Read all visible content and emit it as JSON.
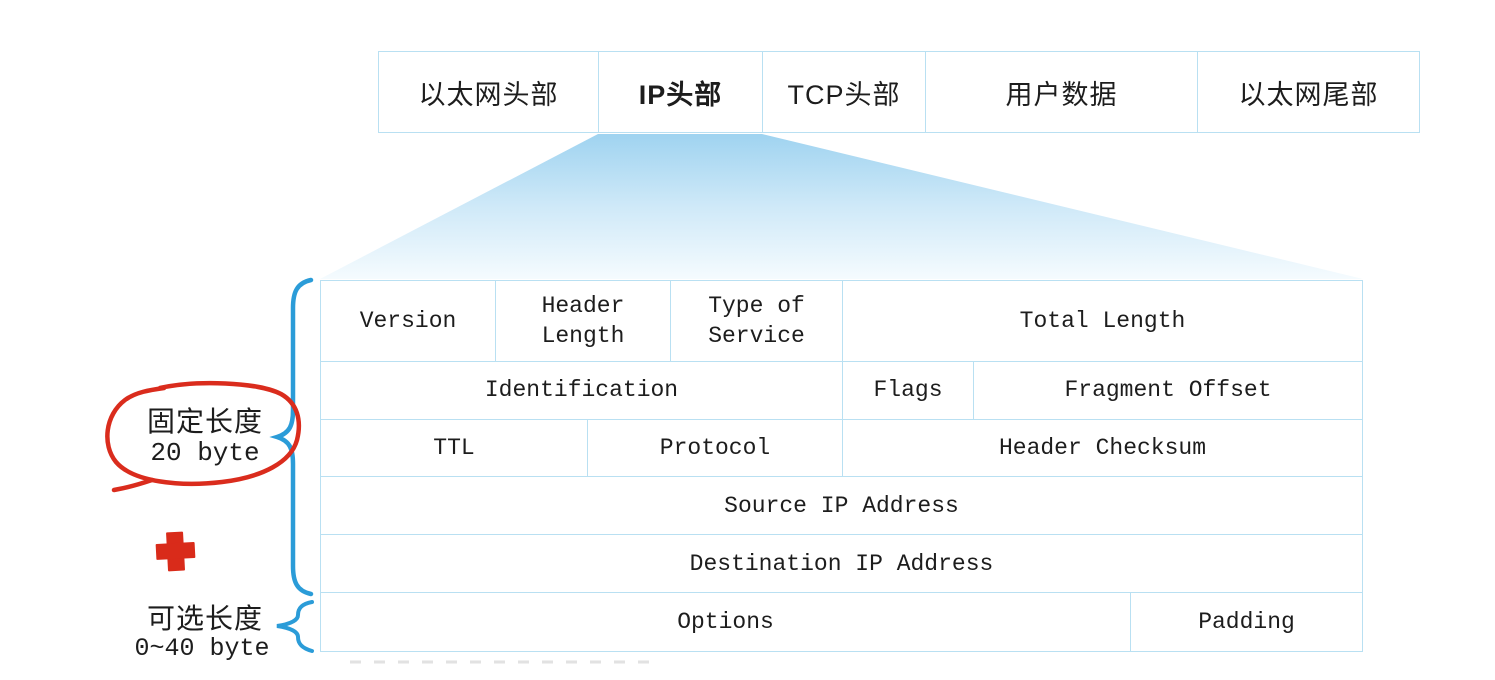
{
  "frame_row": {
    "cells": [
      {
        "label": "以太网头部",
        "bold": false
      },
      {
        "label": "IP头部",
        "bold": true
      },
      {
        "label": "TCP头部",
        "bold": false
      },
      {
        "label": "用户数据",
        "bold": false
      },
      {
        "label": "以太网尾部",
        "bold": false
      }
    ]
  },
  "ip_header": {
    "rows": [
      {
        "cells": [
          {
            "label": "Version"
          },
          {
            "label": "Header Length"
          },
          {
            "label": "Type of Service"
          },
          {
            "label": "Total Length"
          }
        ]
      },
      {
        "cells": [
          {
            "label": "Identification"
          },
          {
            "label": "Flags"
          },
          {
            "label": "Fragment Offset"
          }
        ]
      },
      {
        "cells": [
          {
            "label": "TTL"
          },
          {
            "label": "Protocol"
          },
          {
            "label": "Header Checksum"
          }
        ]
      },
      {
        "cells": [
          {
            "label": "Source IP Address"
          }
        ]
      },
      {
        "cells": [
          {
            "label": "Destination IP Address"
          }
        ]
      },
      {
        "cells": [
          {
            "label": "Options"
          },
          {
            "label": "Padding"
          }
        ]
      }
    ]
  },
  "annotations": {
    "fixed_length": {
      "line1": "固定长度",
      "line2": "20 byte"
    },
    "optional_length": {
      "line1": "可选长度",
      "line2": "0~40 byte"
    }
  },
  "icons": {
    "red_plus": "plus-cross",
    "red_circle": "hand-drawn-ellipse",
    "fixed_brace": "curly-brace-left",
    "optional_brace": "curly-brace-left"
  },
  "colors": {
    "table_border_blue": "#b9e0f2",
    "brace_blue": "#2b9cd8",
    "annotation_red": "#da2c1d",
    "funnel_top": "#9fd3f0",
    "funnel_bottom": "#f5fbfe",
    "text": "#1d1d1d"
  }
}
